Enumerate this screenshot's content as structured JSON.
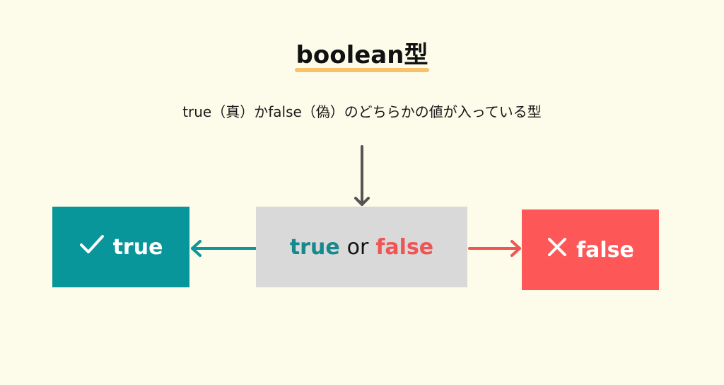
{
  "title": "boolean型",
  "subtitle": "true（真）かfalse（偽）のどちらかの値が入っている型",
  "center_box": {
    "true_text": "true",
    "or_text": "or",
    "false_text": "false"
  },
  "true_box": {
    "icon": "check-icon",
    "label": "true"
  },
  "false_box": {
    "icon": "cross-icon",
    "label": "false"
  },
  "colors": {
    "background": "#fdfbe9",
    "true": "#08969a",
    "false": "#fd5757",
    "center": "#d9d9d9",
    "underline": "#f8c16a",
    "arrow_down": "#555555"
  }
}
